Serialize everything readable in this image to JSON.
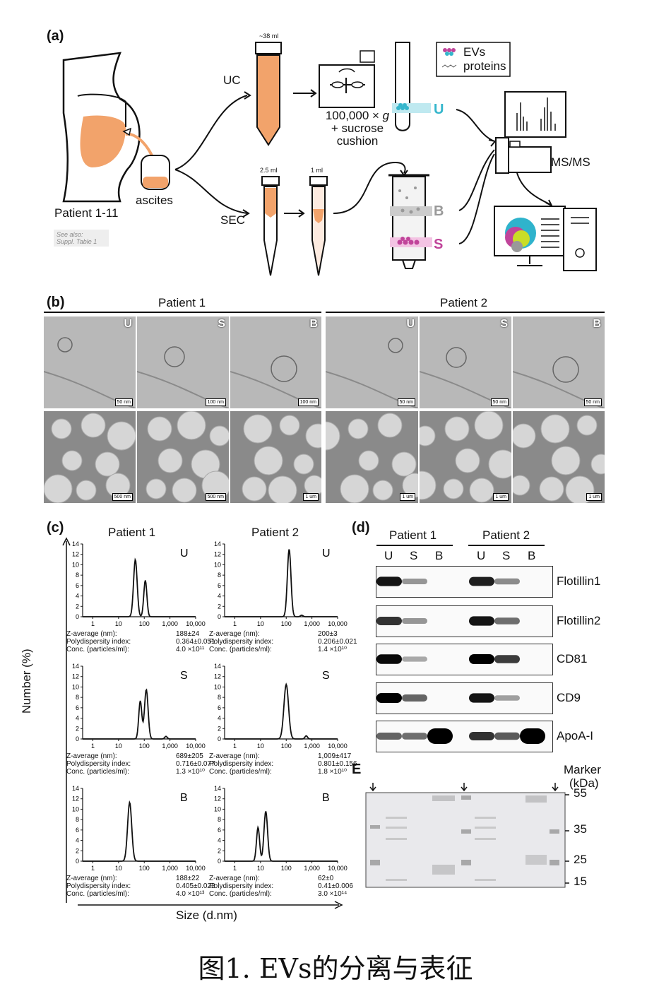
{
  "panel_a": {
    "label": "(a)",
    "patient": "Patient 1-11",
    "ascites": "ascites",
    "see_also": "See also:",
    "suppl": "Suppl. Table 1",
    "uc": "UC",
    "sec": "SEC",
    "vol_38": "~38 ml",
    "vol_25": "2.5 ml",
    "vol_1": "1 ml",
    "uc_cond_1a": "100,000 × ",
    "uc_cond_1b": "g",
    "uc_cond_2": "+ sucrose",
    "uc_cond_3": "cushion",
    "legend_evs": "EVs",
    "legend_proteins": "proteins",
    "frac_u": "U",
    "frac_b": "B",
    "frac_s": "S",
    "msms": "MS/MS"
  },
  "panel_b": {
    "label": "(b)",
    "patient1": "Patient 1",
    "patient2": "Patient 2",
    "top_row": [
      {
        "letter": "U",
        "scale": "50 nm"
      },
      {
        "letter": "S",
        "scale": "100 nm"
      },
      {
        "letter": "B",
        "scale": "100 nm"
      },
      {
        "letter": "U",
        "scale": "50 nm"
      },
      {
        "letter": "S",
        "scale": "50 nm"
      },
      {
        "letter": "B",
        "scale": "50 nm"
      }
    ],
    "bottom_row": [
      {
        "scale": "500 nm"
      },
      {
        "scale": "500 nm"
      },
      {
        "scale": "1 um"
      },
      {
        "scale": "1 um"
      },
      {
        "scale": "1 um"
      },
      {
        "scale": "1 um"
      }
    ]
  },
  "panel_c": {
    "label": "(c)",
    "patient1": "Patient 1",
    "patient2": "Patient 2",
    "ylabel": "Number (%)",
    "xlabel": "Size (d.nm)",
    "stat_labels": [
      "Z-average (nm):",
      "Polydispersity index:",
      "Conc. (particles/ml):"
    ],
    "stats": [
      [
        "188±24",
        "0.364±0.051",
        "4.0 ×10¹¹"
      ],
      [
        "200±3",
        "0.206±0.021",
        "1.4 ×10¹⁰"
      ],
      [
        "689±205",
        "0.716±0.077",
        "1.3 ×10¹⁰"
      ],
      [
        "1,009±417",
        "0.801±0.156",
        "1.8 ×10¹⁰"
      ],
      [
        "188±22",
        "0.405±0.022",
        "4.0 ×10¹³"
      ],
      [
        "62±0",
        "0.41±0.006",
        "3.0 ×10¹⁴"
      ]
    ]
  },
  "chart_data": [
    {
      "type": "line",
      "title": "U",
      "subtitle": "Patient 1",
      "xscale": "log",
      "xlim": [
        0.4,
        10000
      ],
      "ylim": [
        0,
        14
      ],
      "yticks": [
        0,
        2,
        4,
        6,
        8,
        10,
        12,
        14
      ],
      "xticks": [
        "1",
        "10",
        "100",
        "1,000",
        "10,000"
      ],
      "peaks": [
        {
          "x": 45,
          "y": 11,
          "w": 0.07
        },
        {
          "x": 110,
          "y": 7,
          "w": 0.06
        }
      ]
    },
    {
      "type": "line",
      "title": "U",
      "subtitle": "Patient 2",
      "xscale": "log",
      "xlim": [
        0.4,
        10000
      ],
      "ylim": [
        0,
        14
      ],
      "yticks": [
        0,
        2,
        4,
        6,
        8,
        10,
        12,
        14
      ],
      "xticks": [
        "1",
        "10",
        "100",
        "1,000",
        "10,000"
      ],
      "peaks": [
        {
          "x": 130,
          "y": 13,
          "w": 0.07
        },
        {
          "x": 400,
          "y": 0.3,
          "w": 0.05
        }
      ]
    },
    {
      "type": "line",
      "title": "S",
      "subtitle": "Patient 1",
      "xscale": "log",
      "xlim": [
        0.4,
        10000
      ],
      "ylim": [
        0,
        14
      ],
      "yticks": [
        0,
        2,
        4,
        6,
        8,
        10,
        12,
        14
      ],
      "xticks": [
        "1",
        "10",
        "100",
        "1,000",
        "10,000"
      ],
      "peaks": [
        {
          "x": 70,
          "y": 7.3,
          "w": 0.06
        },
        {
          "x": 120,
          "y": 9.5,
          "w": 0.07
        },
        {
          "x": 700,
          "y": 0.5,
          "w": 0.05
        }
      ]
    },
    {
      "type": "line",
      "title": "S",
      "subtitle": "Patient 2",
      "xscale": "log",
      "xlim": [
        0.4,
        10000
      ],
      "ylim": [
        0,
        14
      ],
      "yticks": [
        0,
        2,
        4,
        6,
        8,
        10,
        12,
        14
      ],
      "xticks": [
        "1",
        "10",
        "100",
        "1,000",
        "10,000"
      ],
      "peaks": [
        {
          "x": 100,
          "y": 10.5,
          "w": 0.09
        },
        {
          "x": 600,
          "y": 0.6,
          "w": 0.05
        }
      ]
    },
    {
      "type": "line",
      "title": "B",
      "subtitle": "Patient 1",
      "xscale": "log",
      "xlim": [
        0.4,
        10000
      ],
      "ylim": [
        0,
        14
      ],
      "yticks": [
        0,
        2,
        4,
        6,
        8,
        10,
        12,
        14
      ],
      "xticks": [
        "1",
        "10",
        "100",
        "1,000",
        "10,000"
      ],
      "peaks": [
        {
          "x": 27,
          "y": 11.3,
          "w": 0.08
        }
      ]
    },
    {
      "type": "line",
      "title": "B",
      "subtitle": "Patient 2",
      "xscale": "log",
      "xlim": [
        0.4,
        10000
      ],
      "ylim": [
        0,
        14
      ],
      "yticks": [
        0,
        2,
        4,
        6,
        8,
        10,
        12,
        14
      ],
      "xticks": [
        "1",
        "10",
        "100",
        "1,000",
        "10,000"
      ],
      "peaks": [
        {
          "x": 8,
          "y": 6.5,
          "w": 0.06
        },
        {
          "x": 16,
          "y": 9.6,
          "w": 0.07
        }
      ]
    }
  ],
  "panel_d": {
    "label": "(d)",
    "patient1": "Patient 1",
    "patient2": "Patient 2",
    "lanes": [
      "U",
      "S",
      "B",
      "U",
      "S",
      "B"
    ],
    "proteins": [
      {
        "name": "Flotillin1",
        "bands": [
          0.9,
          0.25,
          0,
          0.85,
          0.3,
          0
        ]
      },
      {
        "name": "Flotillin2",
        "bands": [
          0.75,
          0.25,
          0,
          0.9,
          0.45,
          0
        ]
      },
      {
        "name": "CD81",
        "bands": [
          0.95,
          0.15,
          0,
          1.0,
          0.7,
          0
        ]
      },
      {
        "name": "CD9",
        "bands": [
          1.0,
          0.5,
          0,
          0.9,
          0.2,
          0
        ]
      },
      {
        "name": "ApoA-I",
        "bands": [
          0.5,
          0.45,
          1.0,
          0.75,
          0.55,
          1.0
        ]
      }
    ]
  },
  "panel_e": {
    "label": "E",
    "marker_1": "Marker",
    "marker_2": "(kDa)",
    "kda": [
      "55",
      "35",
      "25",
      "15"
    ]
  },
  "caption": "图1. EVs的分离与表征"
}
